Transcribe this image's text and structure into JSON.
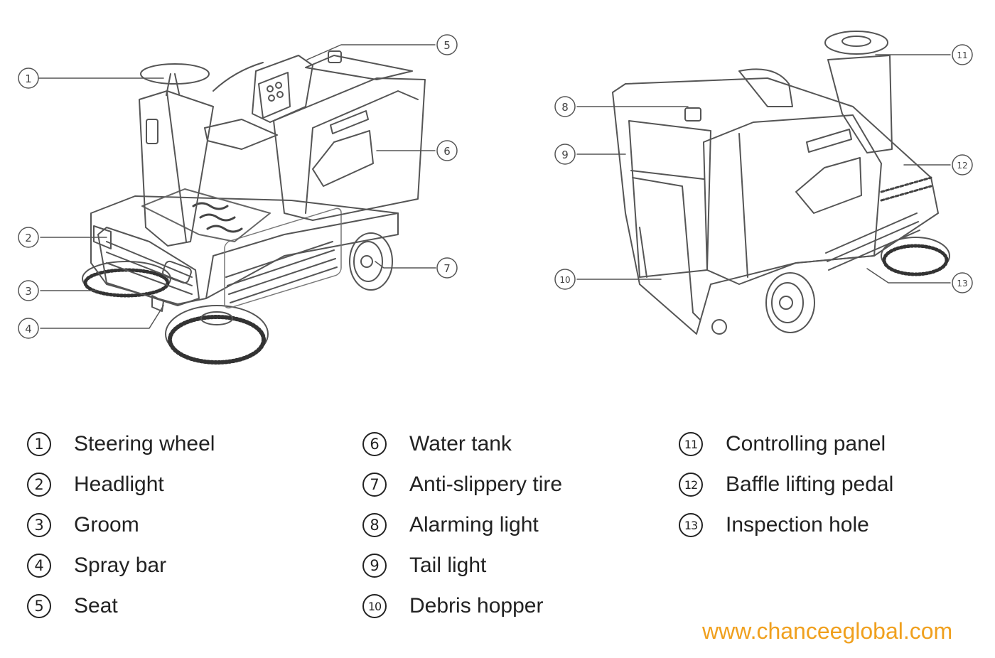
{
  "callouts": [
    "1",
    "2",
    "3",
    "4",
    "5",
    "6",
    "7",
    "8",
    "9",
    "10",
    "11",
    "12",
    "13"
  ],
  "legend": [
    {
      "num": "1",
      "label": "Steering wheel"
    },
    {
      "num": "2",
      "label": "Headlight"
    },
    {
      "num": "3",
      "label": "Groom"
    },
    {
      "num": "4",
      "label": "Spray bar"
    },
    {
      "num": "5",
      "label": "Seat"
    },
    {
      "num": "6",
      "label": "Water tank"
    },
    {
      "num": "7",
      "label": "Anti-slippery tire"
    },
    {
      "num": "8",
      "label": "Alarming light"
    },
    {
      "num": "9",
      "label": "Tail light"
    },
    {
      "num": "10",
      "label": "Debris hopper"
    },
    {
      "num": "11",
      "label": "Controlling panel"
    },
    {
      "num": "12",
      "label": "Baffle lifting pedal"
    },
    {
      "num": "13",
      "label": "Inspection hole"
    }
  ],
  "watermark": "www.chanceeglobal.com",
  "colors": {
    "line": "#555555",
    "watermark": "#f0a01e"
  }
}
